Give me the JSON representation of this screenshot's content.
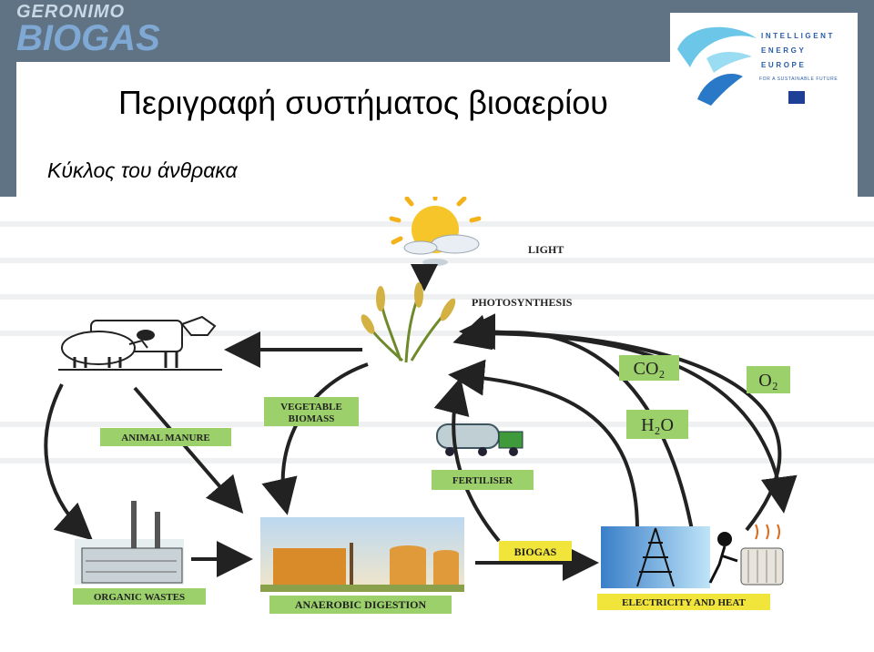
{
  "header": {
    "logo_line1": "GERONIMO",
    "logo_line2": "BIOGAS",
    "iee_line1": "INTELLIGENT",
    "iee_line2": "ENERGY",
    "iee_line3": "EUROPE",
    "iee_tagline": "FOR A SUSTAINABLE FUTURE"
  },
  "title": "Περιγραφή συστήματος βιοαερίου",
  "subtitle": "Κύκλος του άνθρακα",
  "diagram": {
    "labels": {
      "light": "LIGHT",
      "photosynthesis": "PHOTOSYNTHESIS",
      "co2": "CO₂",
      "o2": "O₂",
      "h2o": "H₂O",
      "vegetable_biomass_1": "VEGETABLE",
      "vegetable_biomass_2": "BIOMASS",
      "animal_manure": "ANIMAL MANURE",
      "fertiliser": "FERTILISER",
      "biogas": "BIOGAS",
      "organic_wastes": "ORGANIC WASTES",
      "anaerobic_digestion": "ANAEROBIC DIGESTION",
      "electricity_heat": "ELECTRICITY AND HEAT"
    },
    "colors": {
      "green_label": "#9bd06b",
      "yellow_label": "#f1e43a",
      "arrow": "#222222",
      "frame": "#5f7384"
    }
  }
}
